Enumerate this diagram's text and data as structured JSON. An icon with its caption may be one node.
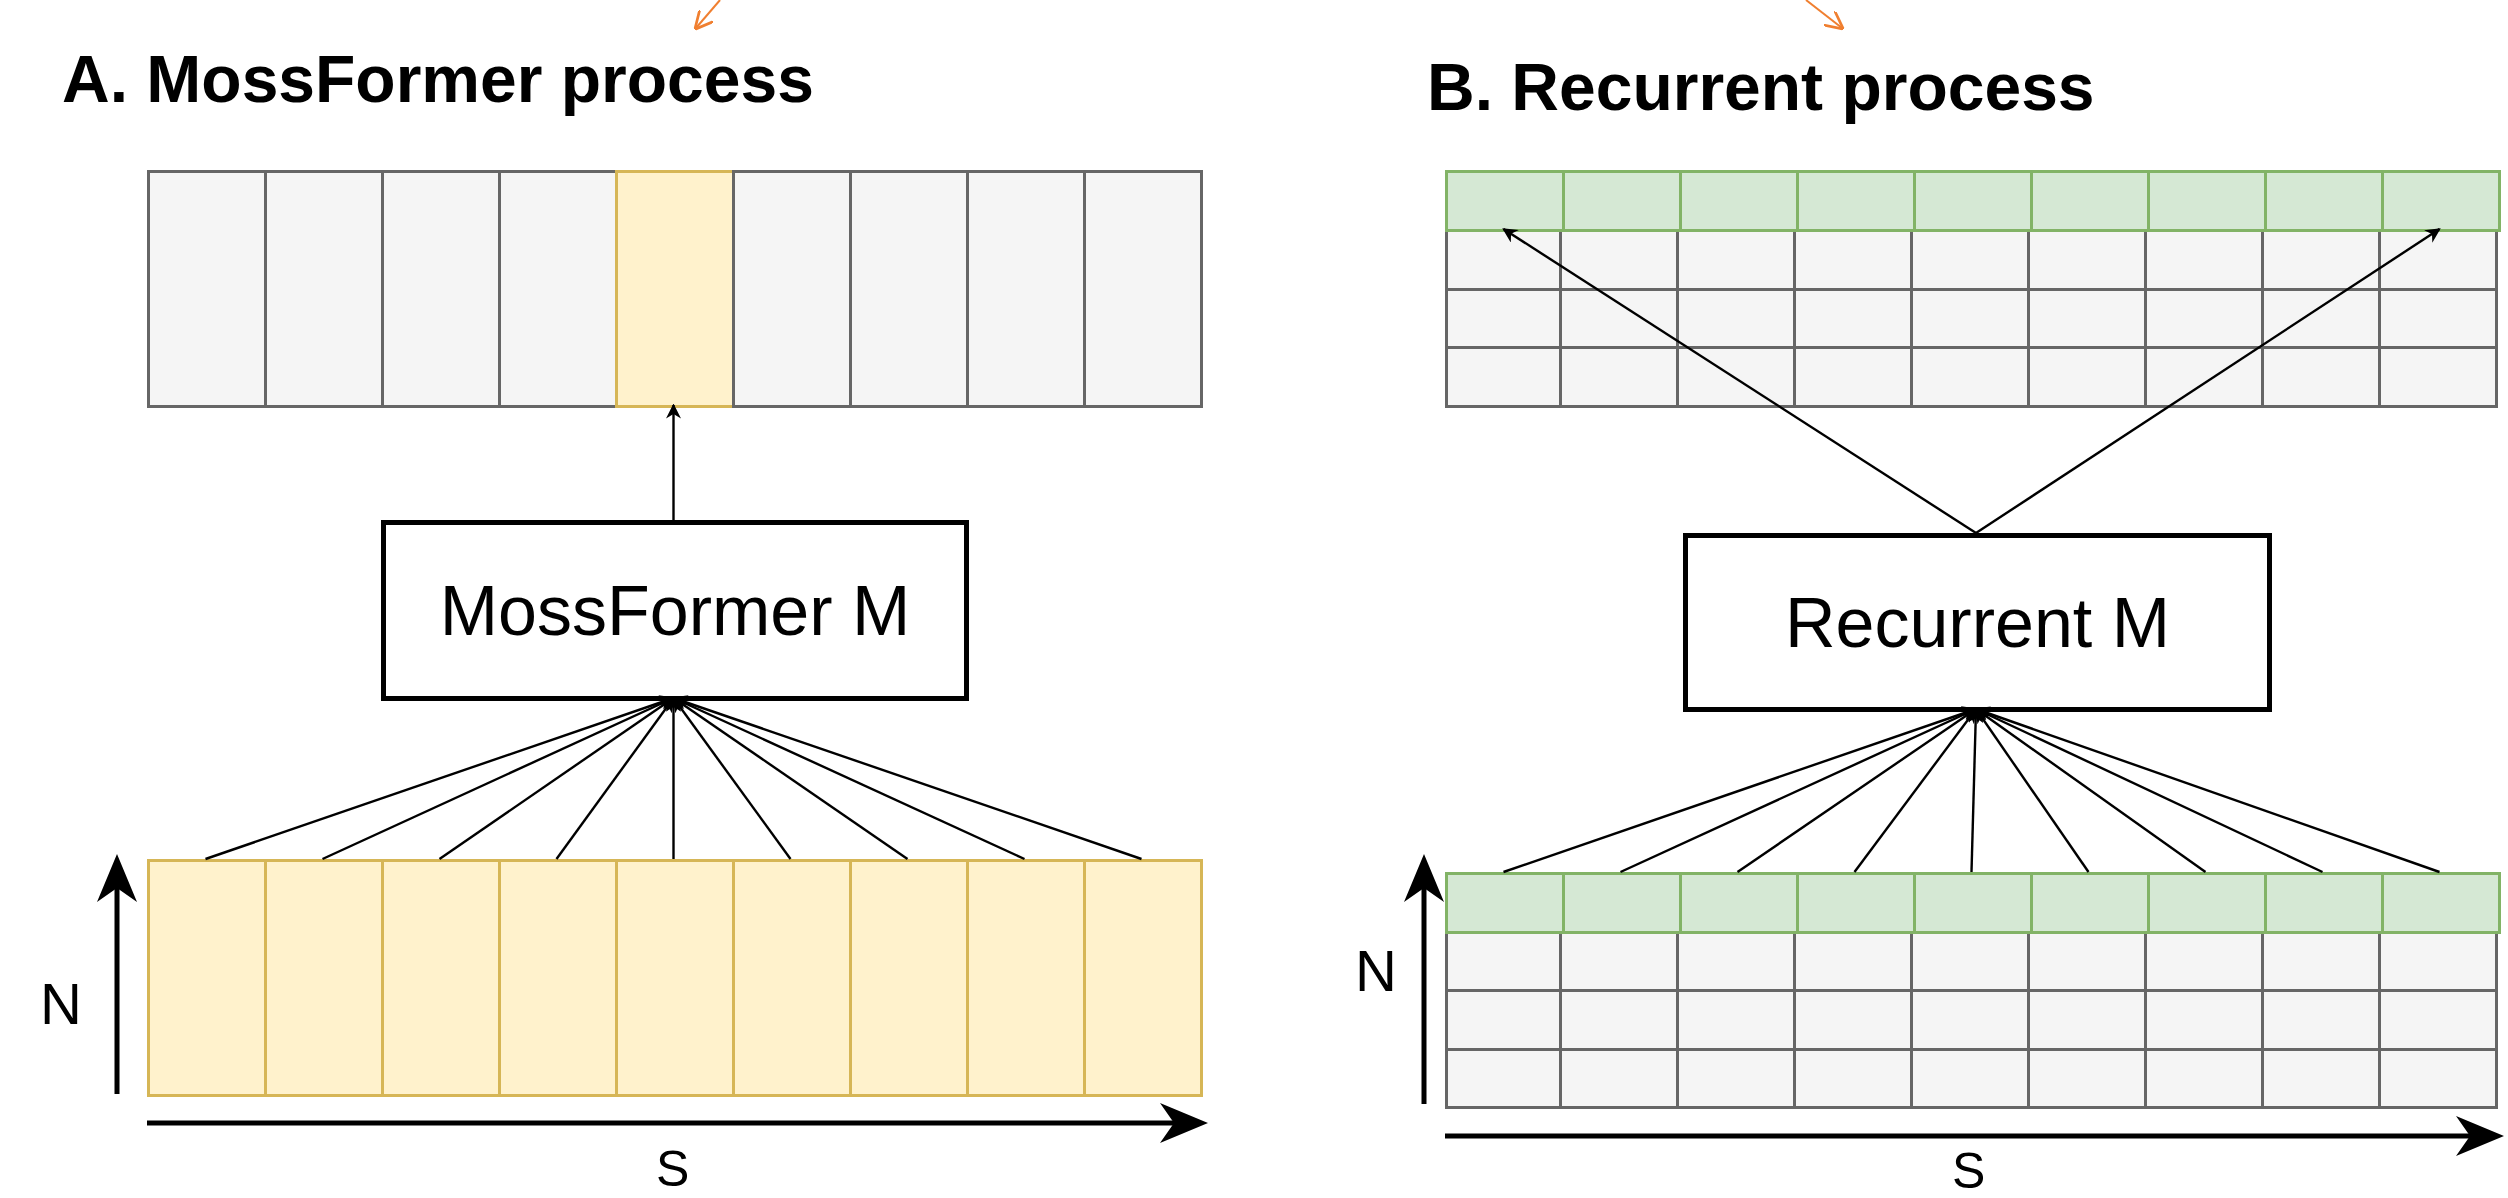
{
  "diagram": {
    "nodes": [
      {
        "text": [],
        "shape": "box"
      },
      {
        "text": [],
        "shape": "box"
      },
      {
        "text": [],
        "shape": "box"
      },
      {
        "text": [],
        "shape": "box"
      },
      {
        "text": [],
        "shape": "box"
      },
      {
        "text": [],
        "shape": "box"
      },
      {
        "text": [],
        "shape": "box"
      },
      {
        "text": [],
        "shape": "box"
      },
      {
        "text": [],
        "shape": "box"
      },
      {
        "text": [
          "MossFormer M"
        ]
      },
      {
        "text": [],
        "shape": "box"
      },
      {
        "text": [],
        "shape": "box"
      },
      {
        "text": [],
        "shape": "box"
      },
      {
        "text": [],
        "shape": "box"
      },
      {
        "text": [],
        "shape": "box"
      },
      {
        "text": [],
        "shape": "box"
      },
      {
        "text": [],
        "shape": "box"
      },
      {
        "text": [],
        "shape": "box"
      },
      {
        "text": [],
        "shape": "box"
      },
      {
        "text": [],
        "shape": "box"
      },
      {
        "text": [],
        "shape": "box"
      },
      {
        "text": [],
        "shape": "box"
      },
      {
        "text": [],
        "shape": "box"
      },
      {
        "text": [],
        "shape": "box"
      },
      {
        "text": [],
        "shape": "box"
      },
      {
        "text": [],
        "shape": "box"
      },
      {
        "text": [],
        "shape": "box"
      },
      {
        "text": [],
        "shape": "box"
      },
      {
        "text": [
          "Recurrent M"
        ]
      },
      {
        "text": [],
        "shape": "box"
      },
      {
        "text": [],
        "shape": "box"
      },
      {
        "text": [],
        "shape": "box"
      },
      {
        "text": [],
        "shape": "box"
      },
      {
        "text": [],
        "shape": "box"
      },
      {
        "text": [],
        "shape": "box"
      },
      {
        "text": [],
        "shape": "box"
      },
      {
        "text": [],
        "shape": "box"
      },
      {
        "text": [],
        "shape": "box"
      }
    ],
    "edges": [
      {
        "from": 10,
        "to": 9,
        "arrow": "to"
      },
      {
        "from": 11,
        "to": 9,
        "arrow": "to"
      },
      {
        "from": 12,
        "to": 9,
        "arrow": "to"
      },
      {
        "from": 13,
        "to": 9,
        "arrow": "to"
      },
      {
        "from": 14,
        "to": 9,
        "arrow": "to"
      },
      {
        "from": 15,
        "to": 9,
        "arrow": "to"
      },
      {
        "from": 16,
        "to": 9,
        "arrow": "to"
      },
      {
        "from": 17,
        "to": 9,
        "arrow": "to"
      },
      {
        "from": 18,
        "to": 9,
        "arrow": "to"
      },
      {
        "from": 9,
        "to": 4,
        "arrow": "to"
      },
      {
        "from": 29,
        "to": 28,
        "arrow": "to"
      },
      {
        "from": 30,
        "to": 28,
        "arrow": "to"
      },
      {
        "from": 31,
        "to": 28,
        "arrow": "to"
      },
      {
        "from": 32,
        "to": 28,
        "arrow": "to"
      },
      {
        "from": 33,
        "to": 28,
        "arrow": "to"
      },
      {
        "from": 34,
        "to": 28,
        "arrow": "to"
      },
      {
        "from": 35,
        "to": 28,
        "arrow": "to"
      },
      {
        "from": 36,
        "to": 28,
        "arrow": "to"
      },
      {
        "from": 37,
        "to": 28,
        "arrow": "to"
      },
      {
        "from": 28,
        "to": 19,
        "arrow": "to"
      },
      {
        "from": 28,
        "to": 27,
        "arrow": "to"
      }
    ],
    "labels": [
      "A. MossFormer process",
      "N",
      "S",
      "B. Recurrent process",
      "N",
      "S"
    ]
  }
}
